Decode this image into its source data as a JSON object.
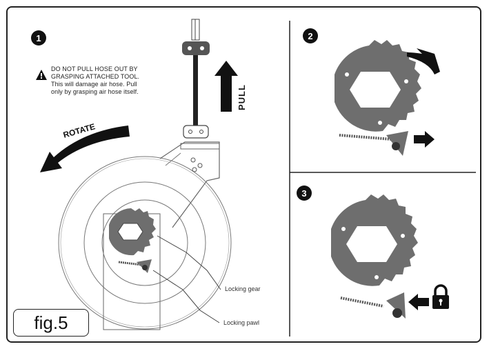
{
  "steps": [
    "1",
    "2",
    "3"
  ],
  "warning": {
    "line1": "DO NOT PULL HOSE OUT BY",
    "line2": "GRASPING ATTACHED TOOL.",
    "line3": "This will damage air hose. Pull",
    "line4": "only by grasping air hose itself."
  },
  "labels": {
    "pull": "PULL",
    "rotate": "ROTATE",
    "locking_gear": "Locking gear",
    "locking_pawl": "Locking pawl"
  },
  "figure_label": "fig.5",
  "icons": {
    "warning": "warning-triangle-icon",
    "lock": "padlock-icon",
    "arrow_right": "arrow-right-icon",
    "arrow_left": "arrow-left-icon",
    "arrow_up": "arrow-up-icon",
    "arrow_curved": "curved-arrow-icon"
  },
  "colors": {
    "gear": "#6e6e6e",
    "line": "#555555",
    "ink": "#111111"
  }
}
